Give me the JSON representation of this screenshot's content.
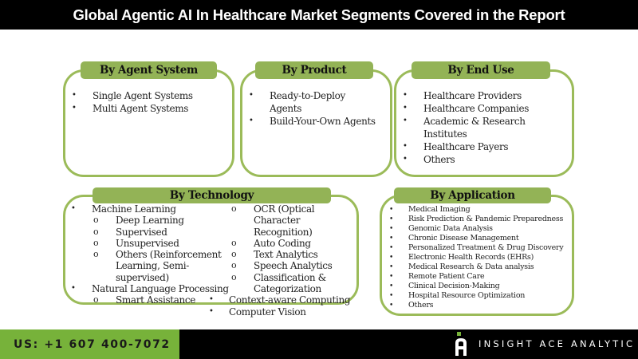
{
  "header": {
    "title": "Global Agentic AI In Healthcare Market Segments Covered in the Report"
  },
  "segments": {
    "agent_system": {
      "title": "By Agent System",
      "items": [
        "Single Agent Systems",
        "Multi Agent Systems"
      ]
    },
    "product": {
      "title": "By Product",
      "items": [
        "Ready-to-Deploy",
        "Agents",
        "Build-Your-Own Agents"
      ]
    },
    "end_use": {
      "title": "By End Use",
      "items": [
        "Healthcare Providers",
        "Healthcare Companies",
        "Academic & Research",
        "Institutes",
        "Healthcare Payers",
        "Others"
      ]
    },
    "technology": {
      "title": "By Technology",
      "col1": [
        "Machine Learning",
        "Deep Learning",
        "Supervised",
        "Unsupervised",
        "Others (Reinforcement",
        "Learning, Semi-",
        "supervised)",
        "Natural Language Processing",
        "Smart Assistance"
      ],
      "col2": [
        "OCR (Optical Character",
        "Recognition)",
        "Auto Coding",
        "Text Analytics",
        "Speech Analytics",
        "Classification &",
        "Categorization",
        "Context-aware Computing",
        "Computer Vision"
      ]
    },
    "application": {
      "title": "By Application",
      "items": [
        "Medical Imaging",
        "Risk Prediction & Pandemic Preparedness",
        "Genomic Data Analysis",
        "Chronic Disease Management",
        "Personalized Treatment & Drug Discovery",
        "Electronic Health Records (EHRs)",
        "Medical Research & Data analysis",
        "Remote Patient Care",
        "Clinical Decision-Making",
        "Hospital Resource Optimization",
        "Others"
      ]
    }
  },
  "footer": {
    "phone": "US: +1 607 400-7072",
    "brand": "INSIGHT ACE ANALYTIC",
    "brand_color": "#77b23a"
  },
  "colors": {
    "border": "#9bbb59",
    "tab": "#93b356",
    "bar": "#000000"
  },
  "glyphs": {
    "bullet": "•",
    "sub_bullet": "o"
  }
}
